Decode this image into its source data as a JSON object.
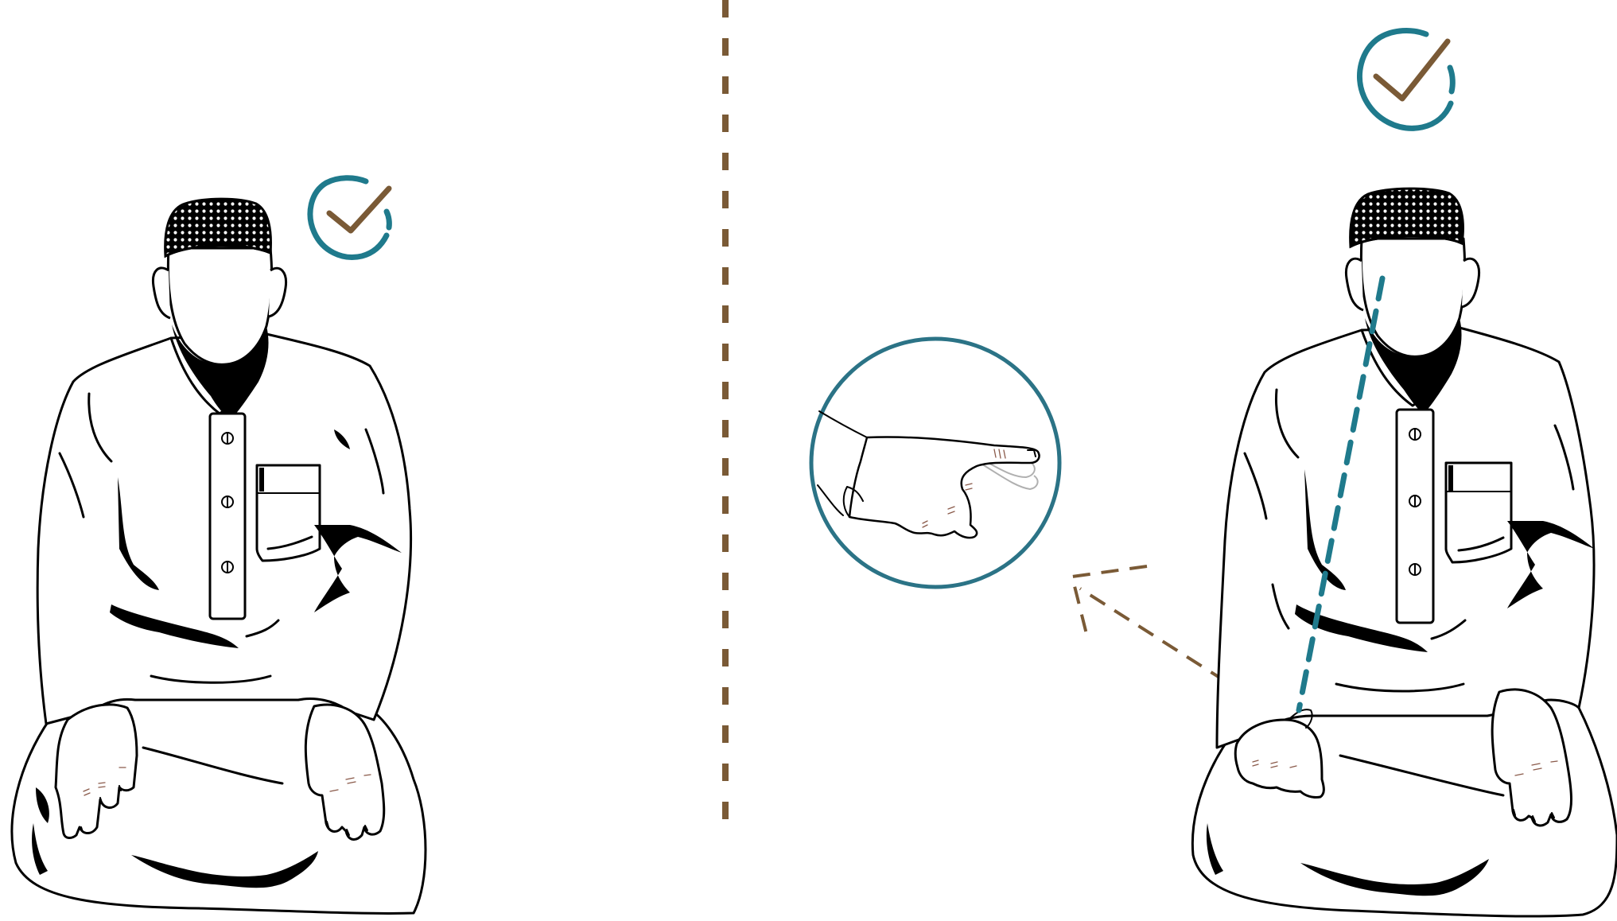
{
  "figure": {
    "panels": [
      {
        "id": "left",
        "pose": "sitting-hands-on-knees",
        "status_icon": "check-circle-icon",
        "status": "correct"
      },
      {
        "id": "right",
        "pose": "sitting-index-finger-pointing",
        "status_icon": "check-circle-icon",
        "status": "correct",
        "sight_line": "eyes-to-index-finger",
        "callout": {
          "icon": "pointing-hand-icon",
          "arrow_icon": "dashed-arrow-icon"
        }
      }
    ],
    "divider": "dashed-vertical-line"
  },
  "colors": {
    "line": "#000000",
    "background": "#ffffff",
    "divider": "#7a5a36",
    "check_circle": "#1f7a8c",
    "check_mark": "#7a5a36",
    "sight_line": "#1f7a8c",
    "callout_ring": "#2b7386",
    "callout_arrow": "#7a5a36",
    "finger_creases": "#8a5a4a"
  }
}
